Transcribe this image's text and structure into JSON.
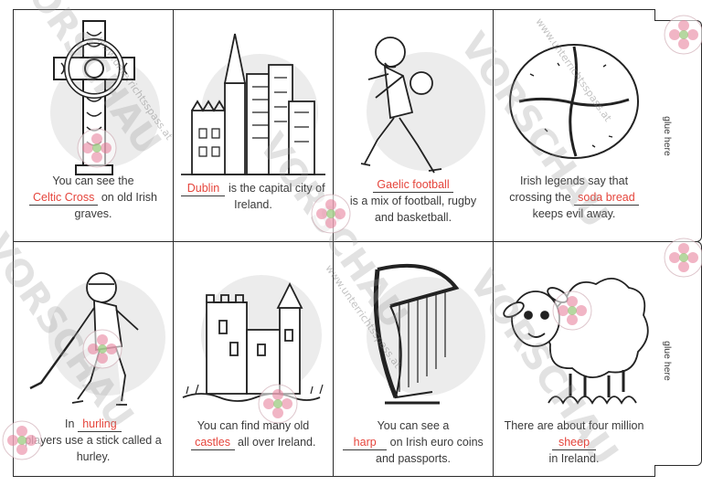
{
  "cards": [
    {
      "pre": "You can see the",
      "answer": "Celtic   Cross",
      "post": "on old Irish graves."
    },
    {
      "pre": "",
      "answer": "Dublin",
      "post": "is the capital city of Ireland."
    },
    {
      "pre": "",
      "answer": "Gaelic   football",
      "post": "is a mix of football, rugby and basketball."
    },
    {
      "pre": "Irish legends say that crossing the",
      "answer": "soda bread",
      "post": "keeps evil away."
    },
    {
      "pre": "In",
      "answer": "hurling",
      "post": "players use a stick called a hurley."
    },
    {
      "pre": "You can find many old",
      "answer": "castles",
      "post": "all over Ireland."
    },
    {
      "pre": "You can see a",
      "answer": "harp",
      "post": "on Irish euro coins and passports."
    },
    {
      "pre": "There are about four million",
      "answer": "sheep",
      "post": "in Ireland."
    }
  ],
  "glue_label": "glue here",
  "watermark": {
    "text": "VORSCHAU",
    "site": "www.unterrichtsspass.at"
  },
  "icons": [
    "celtic-cross-icon",
    "dublin-skyline-icon",
    "gaelic-footballer-icon",
    "soda-bread-icon",
    "hurling-player-icon",
    "castle-icon",
    "harp-icon",
    "sheep-icon",
    "flower-seal-icon"
  ],
  "colors": {
    "answer": "#e5443b",
    "text": "#3a3a3a",
    "line": "#2b2b2b"
  }
}
